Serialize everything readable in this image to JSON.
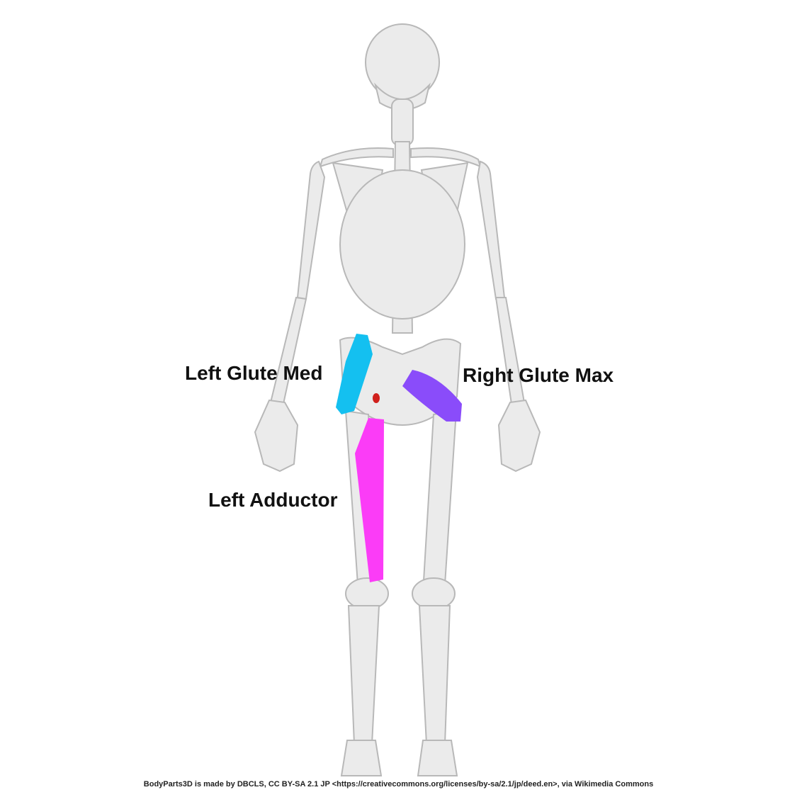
{
  "labels": {
    "left_glute_med": "Left Glute Med",
    "right_glute_max": "Right Glute Max",
    "left_adductor": "Left Adductor"
  },
  "credit": "BodyParts3D is made by DBCLS, CC BY-SA 2.1 JP <https://creativecommons.org/licenses/by-sa/2.1/jp/deed.en>, via Wikimedia Commons",
  "colors": {
    "bone_fill": "#ebebeb",
    "bone_stroke": "#b8b8b8",
    "glute_med": "#14c0f0",
    "glute_max": "#8a4cfa",
    "adductor": "#fb3cf7",
    "marker": "#d0201c"
  }
}
